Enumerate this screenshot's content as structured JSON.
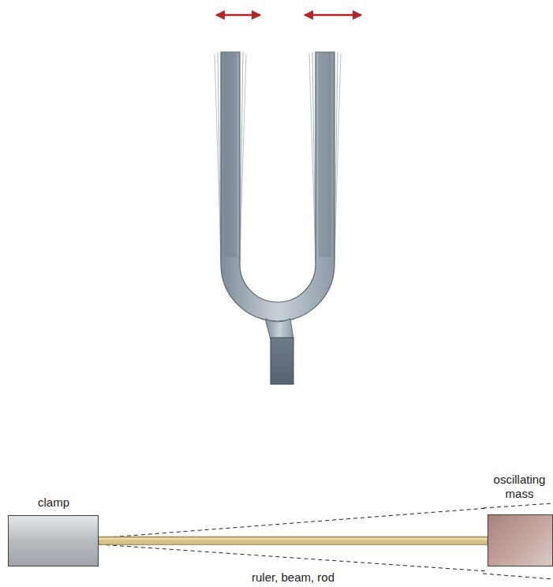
{
  "diagram": {
    "nodes": [
      {
        "text": [
          "clamp"
        ]
      },
      {
        "text": [
          "oscillating mass"
        ]
      }
    ],
    "edges": [
      {
        "from": 0,
        "to": 1,
        "arrow": "none",
        "label": "ruler, beam, rod"
      }
    ]
  }
}
